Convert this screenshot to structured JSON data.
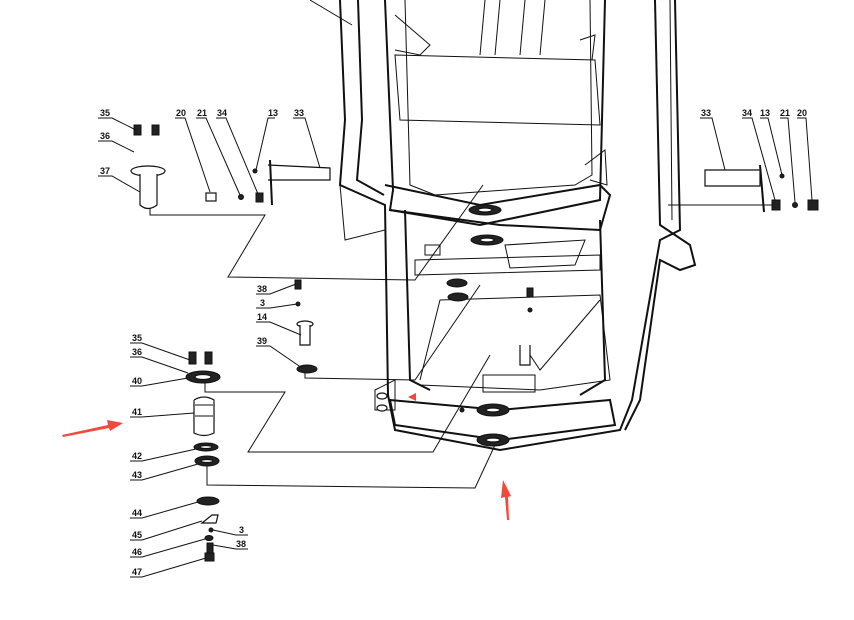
{
  "diagram": {
    "type": "exploded-parts-drawing",
    "accent_color": "#f04a3c",
    "callouts": {
      "left_pin_group": [
        "35",
        "36",
        "37",
        "20",
        "21",
        "34",
        "13",
        "33"
      ],
      "right_pin_group": [
        "33",
        "34",
        "13",
        "21",
        "20"
      ],
      "middle_pin_group": [
        "38",
        "3",
        "14",
        "39"
      ],
      "lower_pin_group": [
        "35",
        "36",
        "40",
        "41",
        "42",
        "43",
        "44",
        "45",
        "46",
        "47",
        "3",
        "38"
      ]
    }
  }
}
